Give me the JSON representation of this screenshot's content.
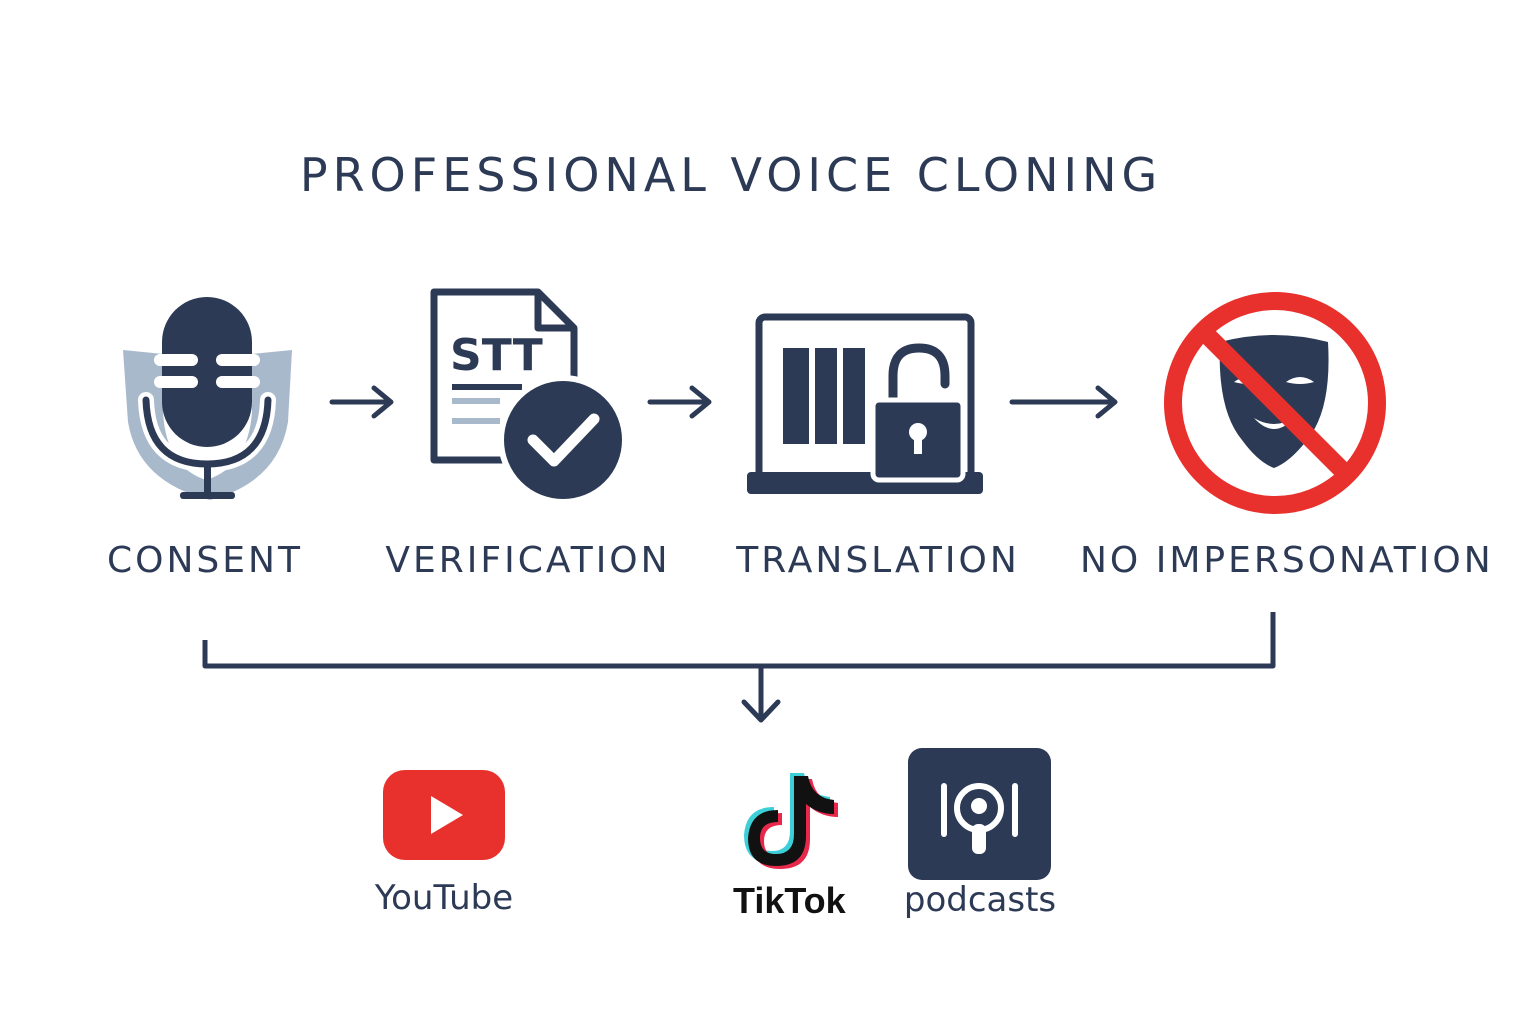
{
  "title": "PROFESSIONAL VOICE CLONING",
  "steps": [
    {
      "label": "CONSENT",
      "icon": "microphone-shield-icon"
    },
    {
      "label": "VERIFICATION",
      "icon": "stt-document-check-icon"
    },
    {
      "label": "TRANSLATION",
      "icon": "laptop-lock-icon"
    },
    {
      "label": "NO IMPERSONATION",
      "icon": "mask-prohibited-icon"
    }
  ],
  "platforms": [
    {
      "label": "YouTube",
      "icon": "youtube-icon"
    },
    {
      "label": "TikTok",
      "icon": "tiktok-icon"
    },
    {
      "label": "podcasts",
      "icon": "podcasts-icon"
    }
  ],
  "document_text": "STT",
  "colors": {
    "navy": "#2c3a55",
    "shield": "#a9b9cc",
    "prohibited_red": "#e8302c",
    "youtube_red": "#e8302c",
    "tiktok_cyan": "#3ccfd8",
    "tiktok_pink": "#e8284a"
  }
}
